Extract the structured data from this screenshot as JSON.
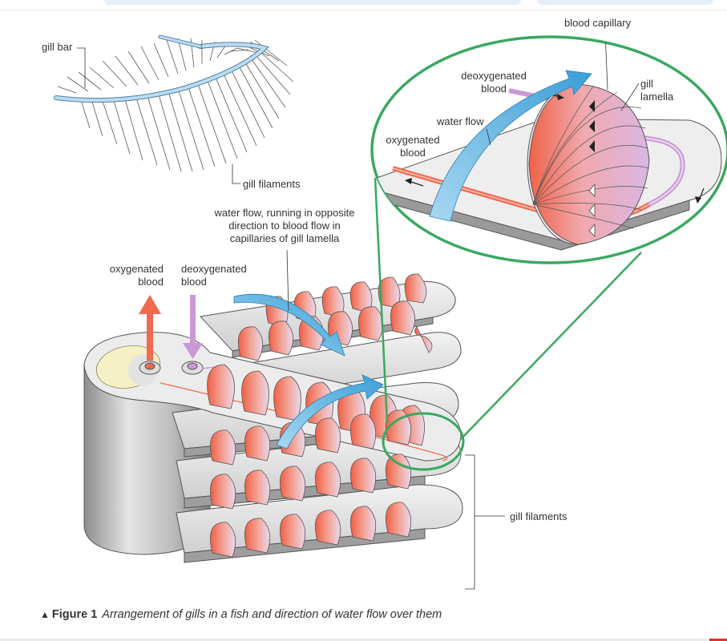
{
  "labels": {
    "gill_bar": "gill bar",
    "gill_filaments_top": "gill filaments",
    "water_flow_note": [
      "water flow, running in opposite",
      "direction to blood flow in",
      "capillaries of gill lamella"
    ],
    "oxygenated_blood": [
      "oxygenated",
      "blood"
    ],
    "deoxygenated_blood": [
      "deoxygenated",
      "blood"
    ],
    "blood_capillary": "blood capillary",
    "deoxygenated_blood_zoom": [
      "deoxygenated",
      "blood"
    ],
    "gill_lamella": [
      "gill",
      "lamella"
    ],
    "water_flow_zoom": "water flow",
    "oxygenated_blood_zoom": [
      "oxygenated",
      "blood"
    ],
    "gill_filaments_right": "gill filaments"
  },
  "caption": {
    "marker": "▲",
    "figure_number": "Figure 1",
    "text": "Arrangement of gills in a fish and direction of water flow over them"
  },
  "colors": {
    "zoom_outline": "#3aa860",
    "water_arrow": "#4fa9dc",
    "oxygenated": "#ef6a4f",
    "deoxygenated": "#c99ad6",
    "lamella_light": "#f0e6f3",
    "filament_gray": "#c8c8c8"
  },
  "icons": [
    "gill-arch-drawing",
    "gill-block-drawing",
    "zoom-circle",
    "water-flow-arrow",
    "oxygenated-arrow",
    "deoxygenated-arrow"
  ]
}
